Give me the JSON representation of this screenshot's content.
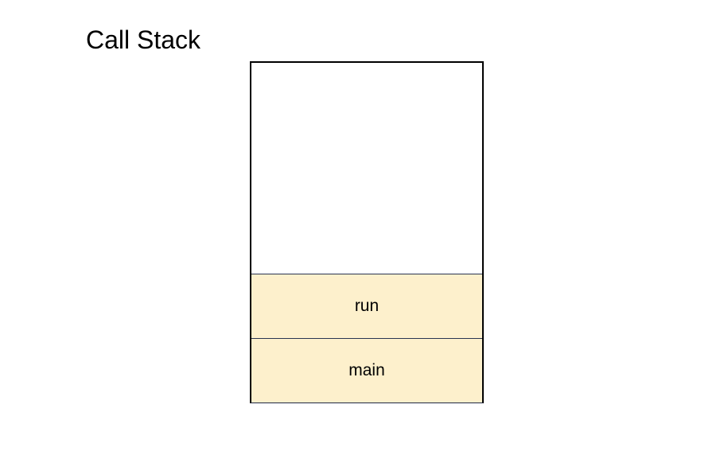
{
  "title": "Call Stack",
  "stack": {
    "frames": [
      {
        "label": "run"
      },
      {
        "label": "main"
      }
    ],
    "frame_fill_color": "#fdf0cc",
    "border_color": "#000000"
  }
}
